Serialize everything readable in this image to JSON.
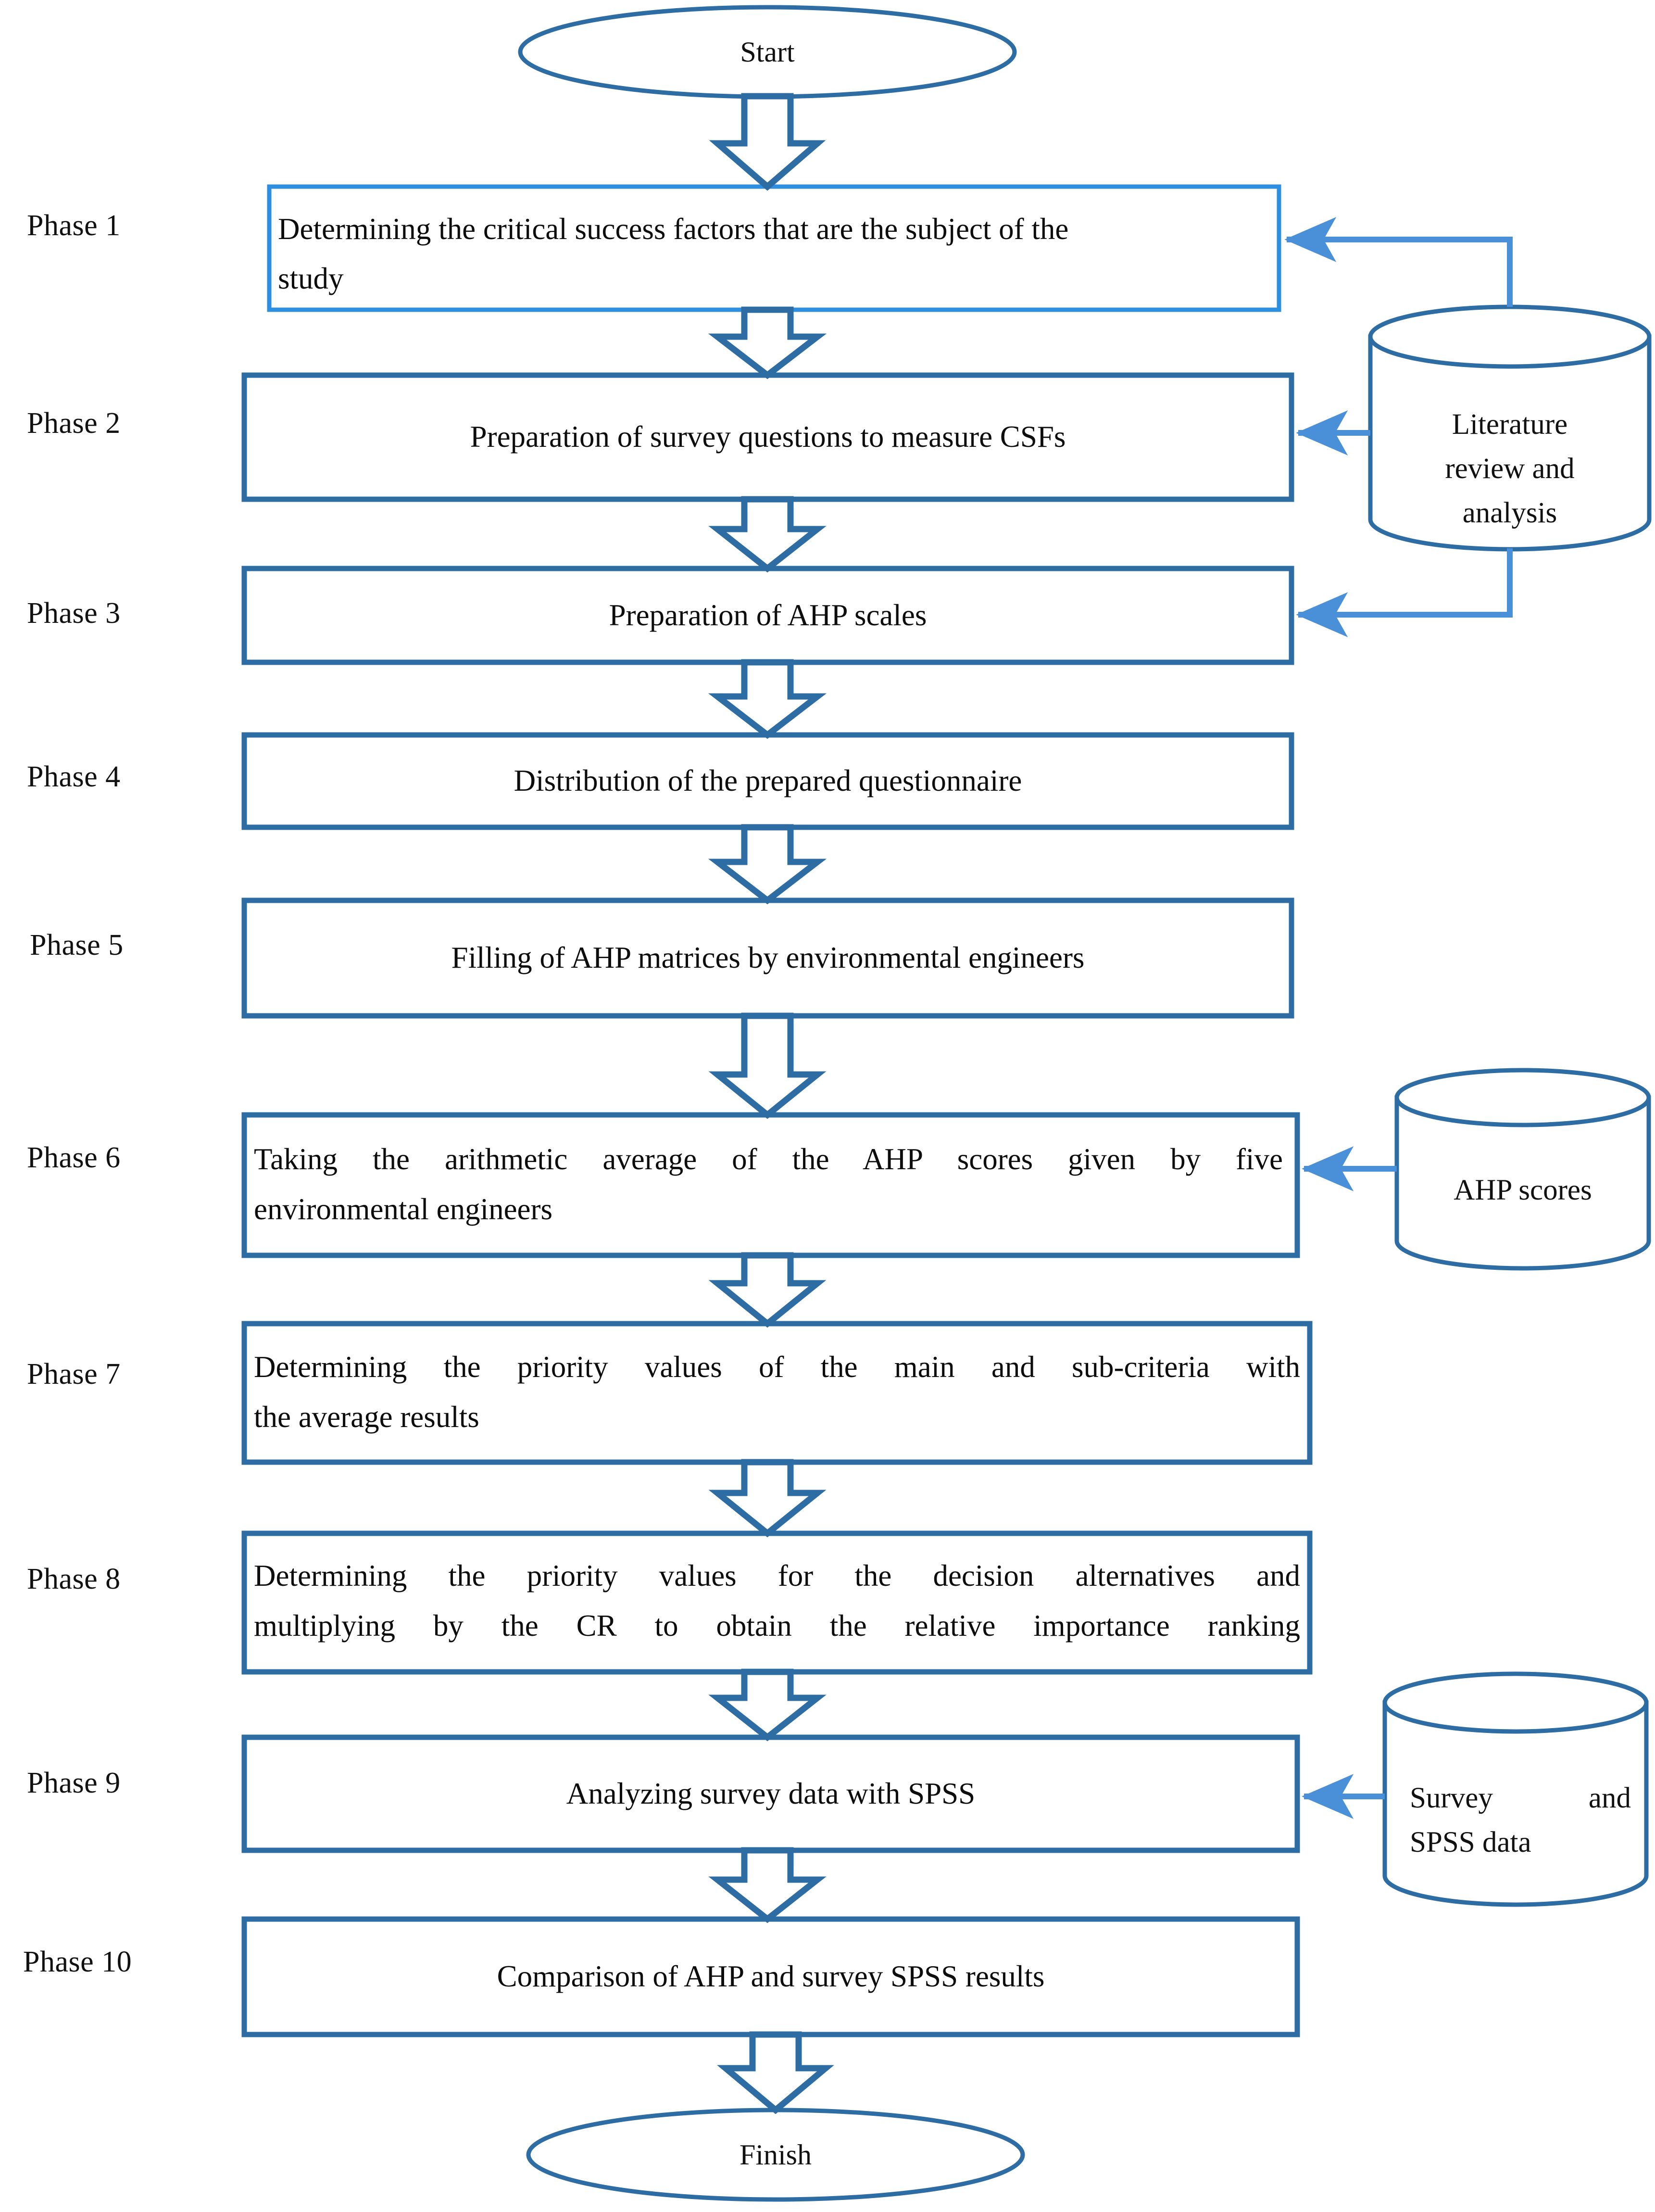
{
  "diagram": {
    "title": "Research methodology flowchart",
    "colors": {
      "box_border_dark": "#2E6DA4",
      "box_border_light": "#2E8FE0",
      "arrow_outline": "#2E6DA4",
      "arrow_fill": "#FFFFFF",
      "connector_line": "#4A90D9",
      "cylinder_border": "#2E6DA4",
      "text": "#111111",
      "background": "#FFFFFF"
    },
    "terminators": [
      {
        "id": "start",
        "label": "Start"
      },
      {
        "id": "finish",
        "label": "Finish"
      }
    ],
    "phase_labels": [
      "Phase 1",
      "Phase 2",
      "Phase 3",
      "Phase 4",
      "Phase 5",
      "Phase 6",
      "Phase 7",
      "Phase 8",
      "Phase 9",
      "Phase 10"
    ],
    "phases": [
      {
        "id": 1,
        "label": "Phase 1",
        "text": "Determining the critical success factors that are the subject of the study"
      },
      {
        "id": 2,
        "label": "Phase 2",
        "text": "Preparation of survey questions to measure CSFs"
      },
      {
        "id": 3,
        "label": "Phase 3",
        "text": "Preparation of AHP scales"
      },
      {
        "id": 4,
        "label": "Phase 4",
        "text": "Distribution of the prepared questionnaire"
      },
      {
        "id": 5,
        "label": "Phase 5",
        "text": "Filling of AHP matrices by environmental engineers"
      },
      {
        "id": 6,
        "label": "Phase 6",
        "text": "Taking the arithmetic average of the AHP scores given by five environmental engineers"
      },
      {
        "id": 7,
        "label": "Phase 7",
        "text": "Determining the priority values of the main and sub-criteria with the average results"
      },
      {
        "id": 8,
        "label": "Phase 8",
        "text": "Determining the priority values for the decision alternatives and multiplying by the CR to obtain the relative importance ranking"
      },
      {
        "id": 9,
        "label": "Phase 9",
        "text": "Analyzing survey data with SPSS"
      },
      {
        "id": 10,
        "label": "Phase 10",
        "text": "Comparison of AHP and survey SPSS results"
      }
    ],
    "phase_lines": {
      "p1_l1": "Determining the critical success factors that are the subject of the",
      "p1_l2": "study",
      "p6_l1": "Taking the arithmetic average of the AHP scores given by five",
      "p6_l2": "environmental engineers",
      "p7_l1": "Determining the priority values of the main and sub-criteria  with",
      "p7_l2": "the average results",
      "p8_l1": "Determining the priority values for the decision alternatives and",
      "p8_l2": "multiplying by the CR to obtain the relative importance ranking"
    },
    "datastores": [
      {
        "id": "literature",
        "lines": [
          "Literature",
          "review and",
          "analysis"
        ],
        "feeds": [
          "Phase 1",
          "Phase 2",
          "Phase 3"
        ]
      },
      {
        "id": "ahp-scores",
        "lines": [
          "AHP scores"
        ],
        "feeds": [
          "Phase 6"
        ]
      },
      {
        "id": "survey-spss",
        "lines": [
          "Survey and",
          "SPSS data"
        ],
        "feeds": [
          "Phase 9"
        ]
      }
    ],
    "datastore_lines": {
      "lit_1": "Literature",
      "lit_2": "review and",
      "lit_3": "analysis",
      "ahp_1": "AHP scores",
      "survey_1": "Survey      and",
      "survey_2": "SPSS data"
    }
  }
}
